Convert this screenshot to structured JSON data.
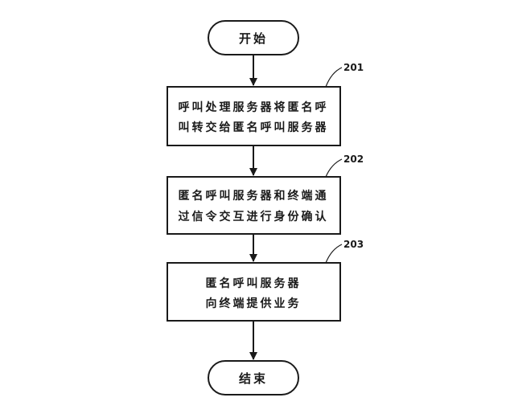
{
  "flowchart": {
    "start": {
      "label": "开始"
    },
    "steps": [
      {
        "number": "201",
        "lines": [
          "呼叫处理服务器将匿名呼",
          "叫转交给匿名呼叫服务器"
        ]
      },
      {
        "number": "202",
        "lines": [
          "匿名呼叫服务器和终端通",
          "过信令交互进行身份确认"
        ]
      },
      {
        "number": "203",
        "lines": [
          "匿名呼叫服务器",
          "向终端提供业务"
        ]
      }
    ],
    "end": {
      "label": "结束"
    }
  },
  "colors": {
    "stroke": "#1a1a1a",
    "background": "#ffffff"
  }
}
